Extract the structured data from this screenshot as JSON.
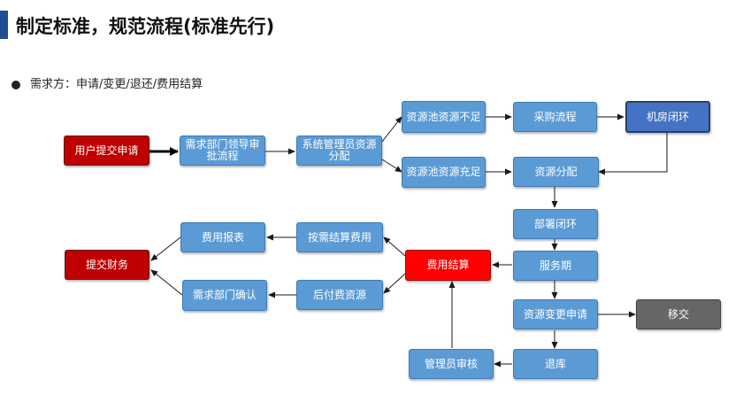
{
  "header": {
    "title": "制定标准，规范流程(标准先行)"
  },
  "requester": {
    "text": "需求方：申请/变更/退还/费用结算"
  },
  "nodes": {
    "user_request": "用户提交申请",
    "dept_leader_approval": "需求部门领导审批流程",
    "sysadmin_allocation": "系统管理员资源分配",
    "pool_insufficient": "资源池资源不足",
    "pool_sufficient": "资源池资源充足",
    "procurement": "采购流程",
    "room_closed_loop": "机房闭环",
    "resource_allocation": "资源分配",
    "deploy_closed_loop": "部署闭环",
    "service_period": "服务期",
    "fee_settlement": "费用结算",
    "on_demand_settlement": "按需结算费用",
    "postpaid_resource": "后付费资源",
    "expense_report": "费用报表",
    "dept_confirmation": "需求部门确认",
    "submit_finance": "提交财务",
    "resource_change": "资源变更申请",
    "transfer": "移交",
    "return_resource": "退库",
    "admin_review": "管理员审核"
  },
  "colors": {
    "primary_blue": "#5b9bd5",
    "navy_node": "#4472c4",
    "dark_red": "#c00000",
    "bright_red": "#ff0000",
    "gray_node": "#666666",
    "accent": "#1f4e96"
  }
}
